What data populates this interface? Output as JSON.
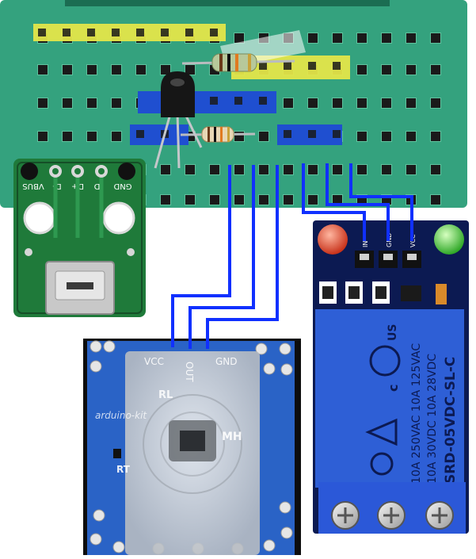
{
  "usb_board": {
    "pin_labels": [
      "GND",
      "ID",
      "D+",
      "D-",
      "VBUS"
    ]
  },
  "pir_sensor": {
    "pin_labels": [
      "VCC",
      "OUT",
      "GND"
    ],
    "silkscreen": {
      "brand": "arduino-kit",
      "rl": "RL",
      "mh": "MH",
      "rt": "RT"
    }
  },
  "relay_module": {
    "pin_labels": [
      "VCC",
      "GND",
      "IN"
    ],
    "relay_text": {
      "model": "SRD-05VDC-SL-C",
      "ratings_1": "10A 250VAC  10A 125VAC",
      "ratings_2": "10A 30VDC  10A 28VDC",
      "cert_left": "c",
      "cert_right": "US"
    }
  },
  "colors": {
    "breadboard": "#34a27e",
    "breadboard_hole": "#1a1a1a",
    "rail_yellow": "#e4e64a",
    "rail_blue": "#1f4fd0",
    "wire": "#1030ff",
    "usb_pcb": "#1f7a3a",
    "pir_pcb": "#2a63c6",
    "relay_pcb": "#0c1a52",
    "relay_body": "#2e5fd6",
    "terminal_block": "#2b58d8",
    "led_red": "#e2452a",
    "led_green": "#4dd63d"
  }
}
